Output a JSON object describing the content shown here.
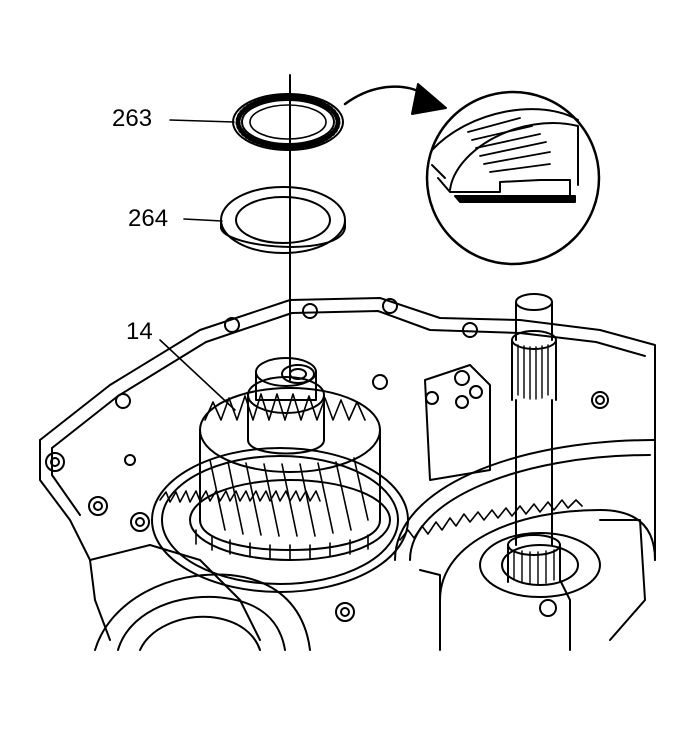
{
  "callouts": {
    "part_263": "263",
    "part_264": "264",
    "part_14": "14"
  },
  "colors": {
    "ink": "#000000",
    "paper": "#ffffff"
  }
}
